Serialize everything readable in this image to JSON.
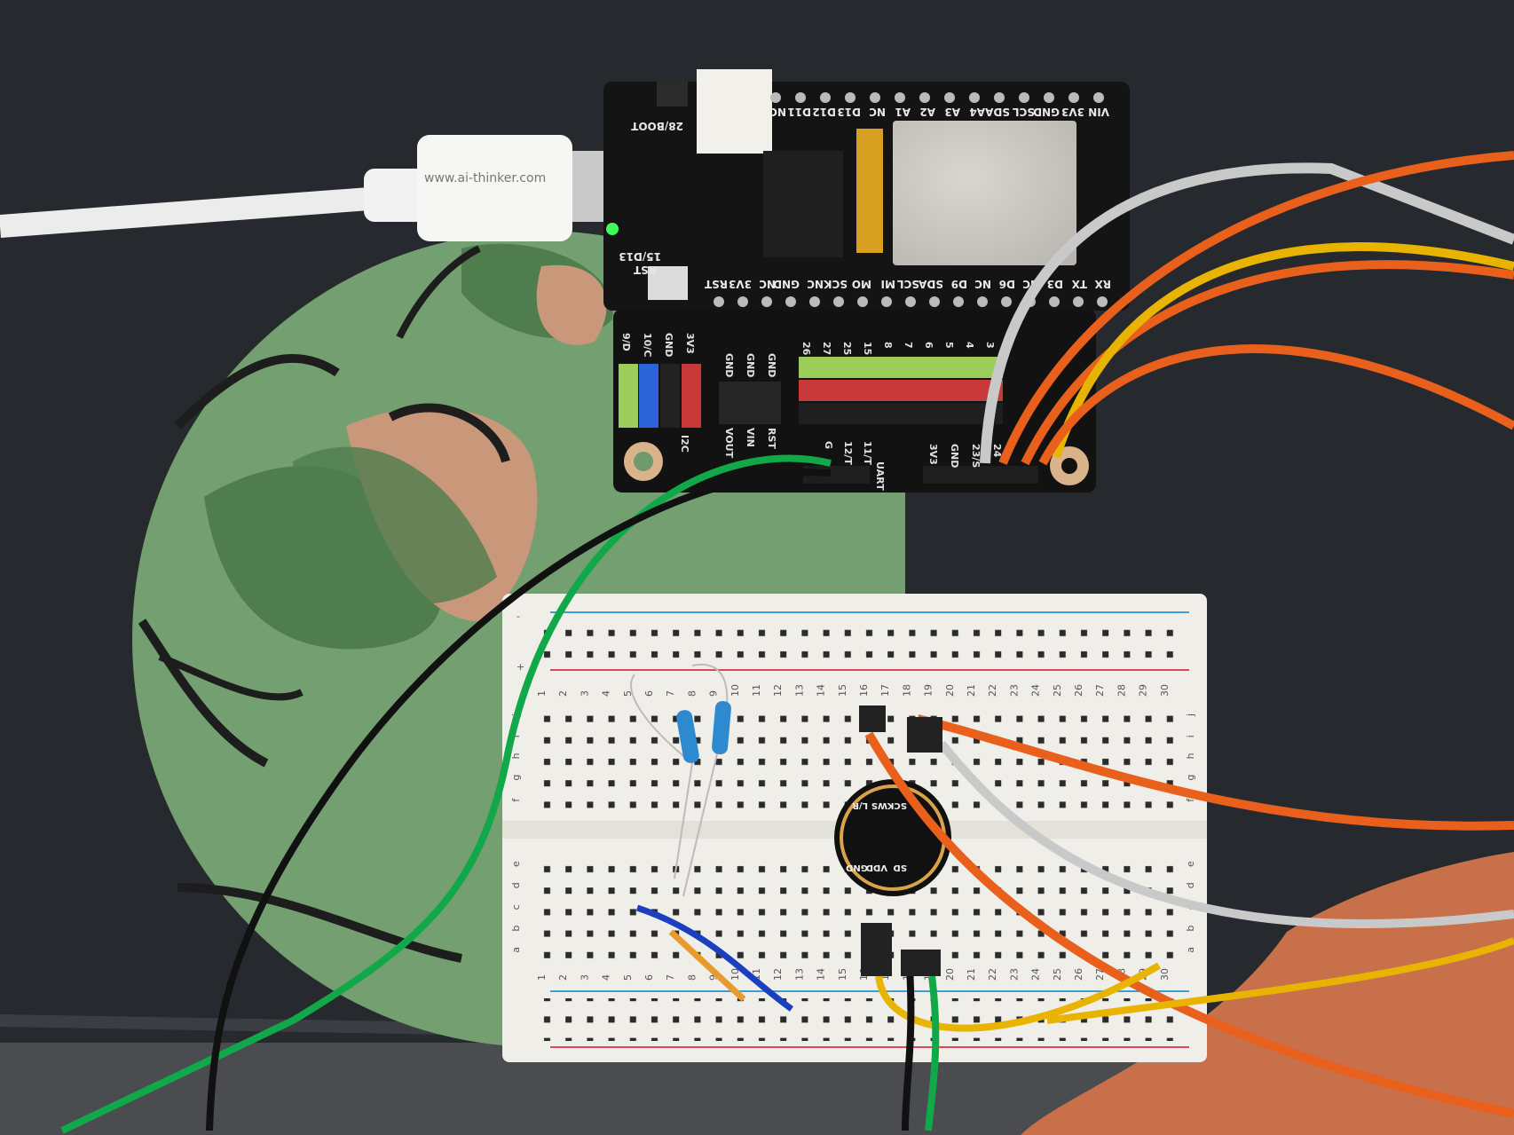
{
  "scene": {
    "description_colors": {
      "mat": "#26292e",
      "globe_ocean": "#74a071",
      "globe_land": "#4f7d4e",
      "globe_sand": "#c9977a",
      "peach_shape": "#c8704a",
      "breadboard": "#efeee8",
      "board_pcb": "#141414"
    }
  },
  "usb_cable": {
    "brand_text": "www.ai-thinker.com"
  },
  "dev_board": {
    "top_pins": [
      "VIN",
      "3V3",
      "GND",
      "SCL",
      "SDA",
      "A4",
      "A3",
      "A2",
      "A1",
      "NC",
      "D13",
      "D12",
      "D11",
      "NC"
    ],
    "bottom_pins": [
      "RST",
      "3V3",
      "NC",
      "GND",
      "NC",
      "SCK",
      "MO",
      "MI",
      "SCL",
      "SDA",
      "D9",
      "NC",
      "D6",
      "NC",
      "D3",
      "TX",
      "RX"
    ],
    "boot_label": "28/BOOT",
    "led_label": "15/D13",
    "reset_label": "RST",
    "status_led_color": "#3dff5a"
  },
  "shield": {
    "left_header_labels": [
      "9/D",
      "10/C",
      "GND",
      "3V3"
    ],
    "i2c_label": "I2C",
    "power_top_labels": [
      "GND",
      "GND",
      "GND"
    ],
    "power_bottom_labels": [
      "VOUT",
      "VIN",
      "RST"
    ],
    "gpio_labels": [
      "26",
      "27",
      "25",
      "15",
      "8",
      "7",
      "6",
      "5",
      "4",
      "3"
    ],
    "uart_labels": [
      "G",
      "12/T",
      "11/T"
    ],
    "uart_label": "UART",
    "spi_labels": [
      "3V3",
      "GND",
      "23/S",
      "24"
    ]
  },
  "breadboard": {
    "columns": [
      "1",
      "2",
      "3",
      "4",
      "5",
      "6",
      "7",
      "8",
      "9",
      "10",
      "11",
      "12",
      "13",
      "14",
      "15",
      "16",
      "17",
      "18",
      "19",
      "20",
      "21",
      "22",
      "23",
      "24",
      "25",
      "26",
      "27",
      "28",
      "29",
      "30"
    ],
    "rows_top": [
      "j",
      "i",
      "h",
      "g",
      "f"
    ],
    "rows_bottom": [
      "e",
      "d",
      "c",
      "b",
      "a"
    ],
    "rail_minus": "-",
    "rail_plus": "+"
  },
  "mic_module": {
    "top_labels": [
      "SCK",
      "WS",
      "L/R"
    ],
    "bottom_labels": [
      "SD",
      "VDD",
      "GND"
    ]
  },
  "wire_colors": {
    "green": "#11a84a",
    "black": "#111111",
    "gray": "#c9c9c9",
    "orange": "#e8601c",
    "yellow": "#e8b400",
    "blue": "#1c3fc0"
  }
}
